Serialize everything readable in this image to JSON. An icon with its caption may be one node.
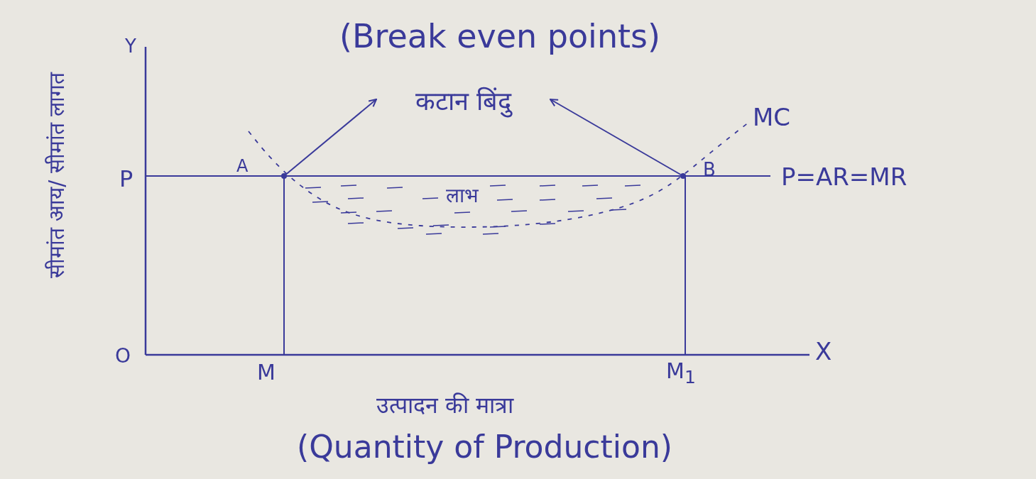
{
  "diagram": {
    "nodes": [
      {
        "text": [
          "कटान बिंदु"
        ],
        "beside": [
          "(Break even points)"
        ]
      },
      {
        "text": [],
        "shape": "circle"
      },
      {
        "text": [],
        "shape": "circle"
      }
    ],
    "edges": [
      {
        "from": 1,
        "to": 0,
        "arrow": "to"
      },
      {
        "from": 2,
        "to": 0,
        "arrow": "to"
      }
    ],
    "labels": [
      "Y",
      "सीमांत आय/ सीमांत लागत",
      "P",
      "A",
      "B",
      "MC",
      "P=AR=MR",
      "लाभ",
      "O",
      "M",
      "M$_{1}$",
      "X",
      "उत्पादन की मात्रा",
      "(Quantity of Production)"
    ]
  }
}
